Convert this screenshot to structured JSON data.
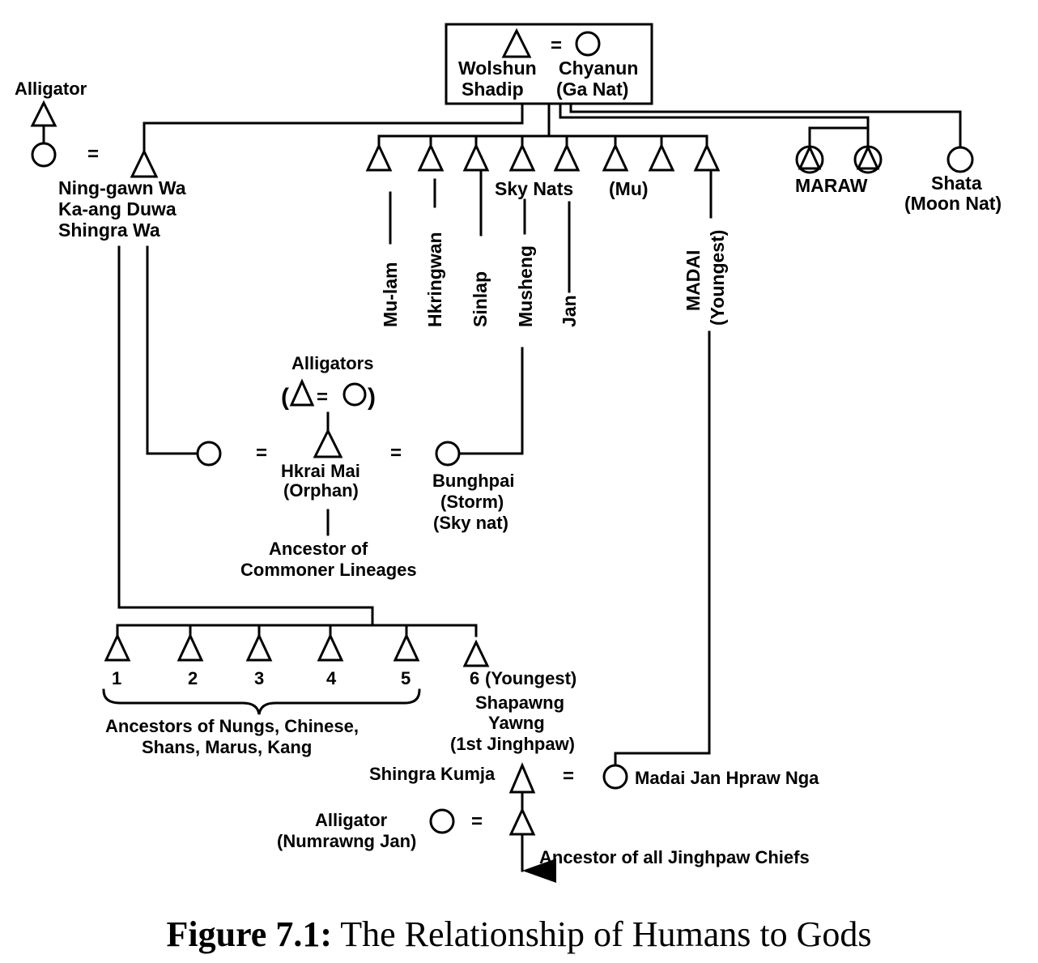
{
  "diagram": {
    "top_pair": {
      "equals": "=",
      "line1_left": "Wolshun",
      "line1_right": "Chyanun",
      "line2_left": "Shadip",
      "line2_right": "(Ga Nat)"
    },
    "alligator_top": "Alligator",
    "eq_ning": "=",
    "ning_names": [
      "Ning-gawn Wa",
      "Ka-ang Duwa",
      "Shingra Wa"
    ],
    "sky_nats_label": "Sky Nats",
    "mu_label": "(Mu)",
    "sky_children": [
      "Mu-lam",
      "Hkringwan",
      "Sinlap",
      "Musheng",
      "Jan"
    ],
    "madai_line1": "MADAI",
    "madai_line2": "(Youngest)",
    "maraw_label": "MARAW",
    "shata_line1": "Shata",
    "shata_line2": "(Moon Nat)",
    "alligators_label": "Alligators",
    "alligators_pair": "(△=○)",
    "eq_hkrai_left": "=",
    "eq_hkrai_right": "=",
    "hkrai_line1": "Hkrai Mai",
    "hkrai_line2": "(Orphan)",
    "bunghpai_lines": [
      "Bunghpai",
      "(Storm)",
      "(Sky nat)"
    ],
    "commoner_line1": "Ancestor of",
    "commoner_line2": "Commoner Lineages",
    "sons": [
      "1",
      "2",
      "3",
      "4",
      "5",
      "6"
    ],
    "son6_youngest": "(Youngest)",
    "shapawng_lines": [
      "Shapawng",
      "Yawng",
      "(1st Jinghpaw)"
    ],
    "ancestors_line1": "Ancestors of Nungs, Chinese,",
    "ancestors_line2": "Shans, Marus, Kang",
    "shingra_kumja": "Shingra Kumja",
    "eq_kumja": "=",
    "madai_jan": "Madai Jan Hpraw Nga",
    "alligator_bottom": "Alligator",
    "numrawng": "(Numrawng Jan)",
    "eq_bottom": "=",
    "chiefs": "Ancestor of all Jinghpaw Chiefs"
  },
  "caption": {
    "label": "Figure 7.1:",
    "text": "The Relationship of Humans to Gods"
  }
}
